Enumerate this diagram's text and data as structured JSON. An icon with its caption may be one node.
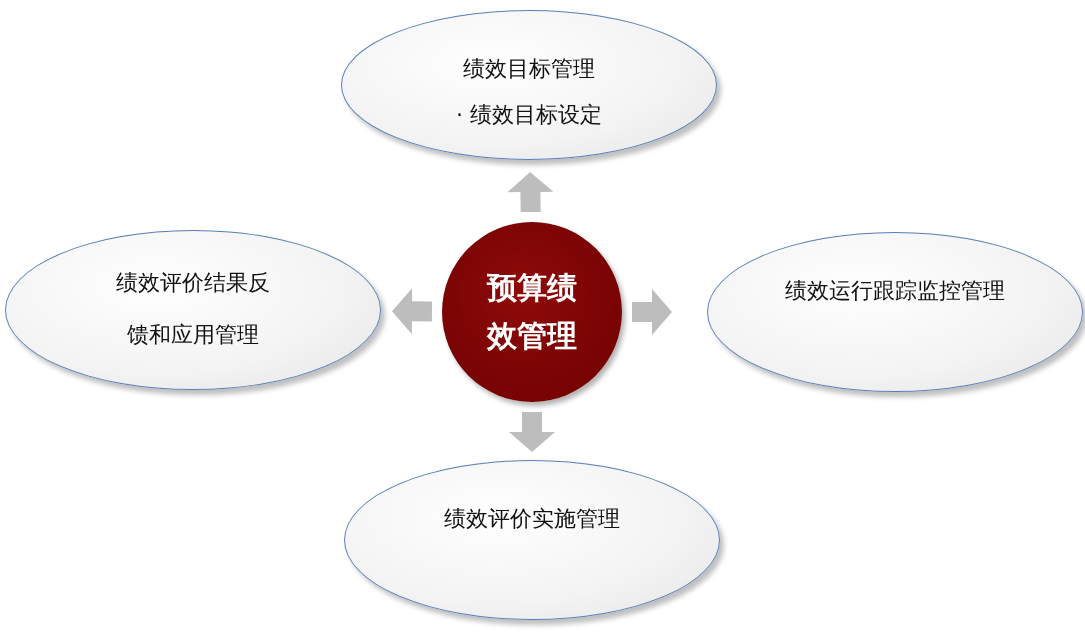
{
  "diagram": {
    "nodes": [
      {
        "text": [
          "绩效目标管理",
          "· 绩效目标设定"
        ]
      },
      {
        "text": [
          "绩效评价结果反馈和应用管理"
        ]
      },
      {
        "text": [
          "预算绩效管理"
        ]
      },
      {
        "text": [
          "绩效运行跟踪监控管理"
        ]
      },
      {
        "text": [
          "绩效评价实施管理"
        ]
      }
    ],
    "edges": [
      {
        "from": 2,
        "to": 0,
        "arrow": "to"
      },
      {
        "from": 2,
        "to": 3,
        "arrow": "to"
      },
      {
        "from": 2,
        "to": 4,
        "arrow": "to"
      },
      {
        "from": 2,
        "to": 1,
        "arrow": "to"
      }
    ]
  }
}
